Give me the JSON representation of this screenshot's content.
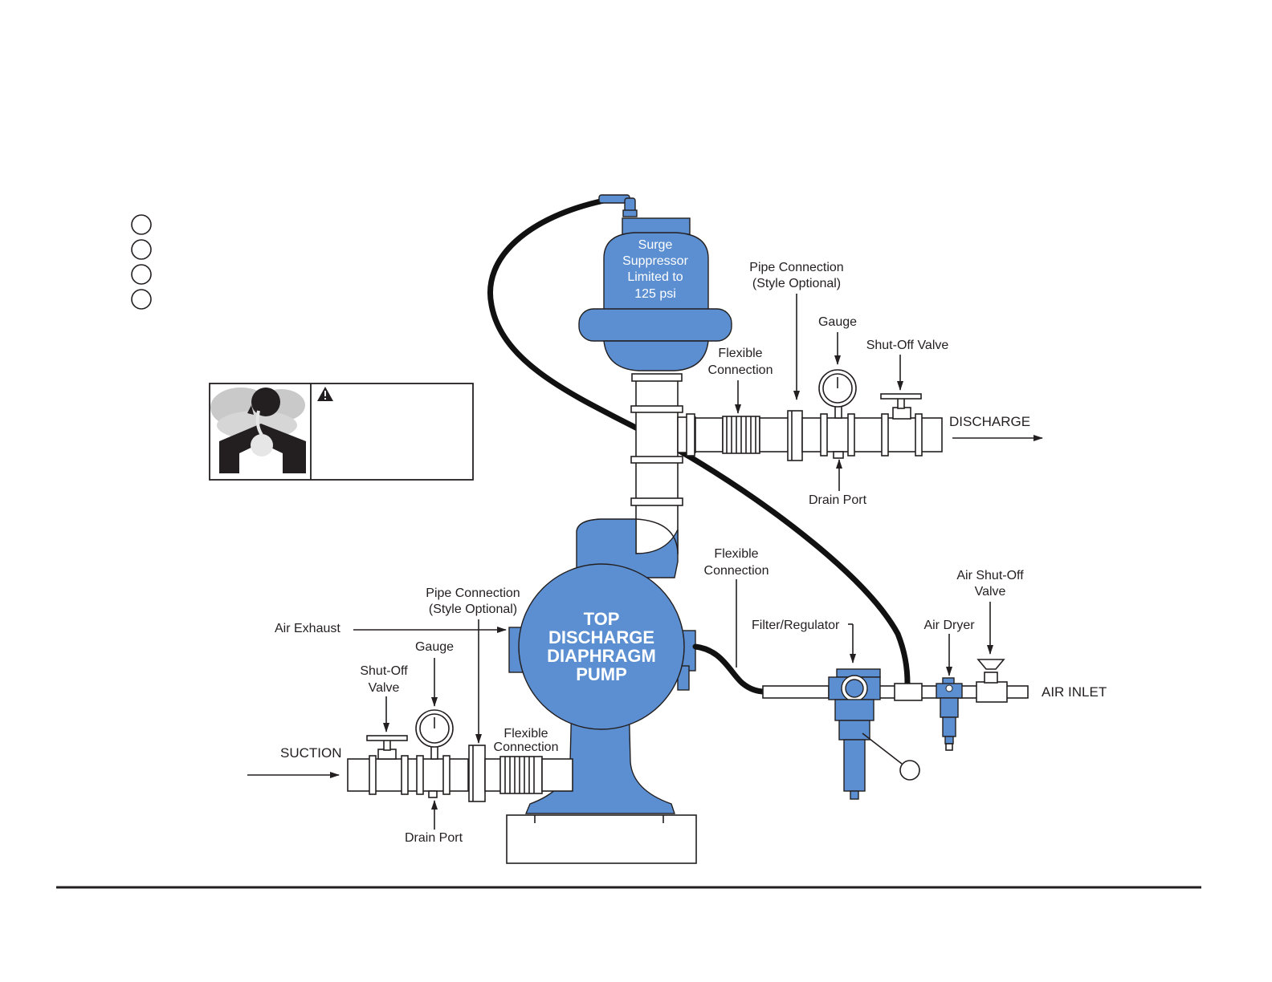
{
  "colors": {
    "pump_blue": "#5b8fd1",
    "line": "#231f20",
    "hose": "#111111",
    "background": "#ffffff"
  },
  "icons": {
    "bullets": "circle-outline-icon",
    "warning": "warning-triangle-icon",
    "inhalation_hazard": "inhalation-hazard-icon"
  },
  "bullet_count": 4,
  "components": {
    "surge_suppressor": [
      "Surge",
      "Suppressor",
      "Limited to",
      "125 psi"
    ],
    "pump": [
      "TOP",
      "DISCHARGE",
      "DIAPHRAGM",
      "PUMP"
    ]
  },
  "labels": {
    "discharge_pipe_connection": [
      "Pipe Connection",
      "(Style Optional)"
    ],
    "discharge_gauge": "Gauge",
    "discharge_shutoff": "Shut-Off Valve",
    "discharge_flexible": [
      "Flexible",
      "Connection"
    ],
    "discharge": "DISCHARGE",
    "discharge_drain": "Drain Port",
    "air_flexible": [
      "Flexible",
      "Connection"
    ],
    "filter_regulator": "Filter/Regulator",
    "air_dryer": "Air Dryer",
    "air_shutoff": [
      "Air Shut-Off",
      "Valve"
    ],
    "air_inlet": "AIR INLET",
    "air_exhaust": "Air Exhaust",
    "suction_pipe_connection": [
      "Pipe Connection",
      "(Style Optional)"
    ],
    "suction_gauge": "Gauge",
    "suction_shutoff": [
      "Shut-Off",
      "Valve"
    ],
    "suction": "SUCTION",
    "suction_flexible": [
      "Flexible",
      "Connection"
    ],
    "suction_drain": "Drain Port"
  }
}
